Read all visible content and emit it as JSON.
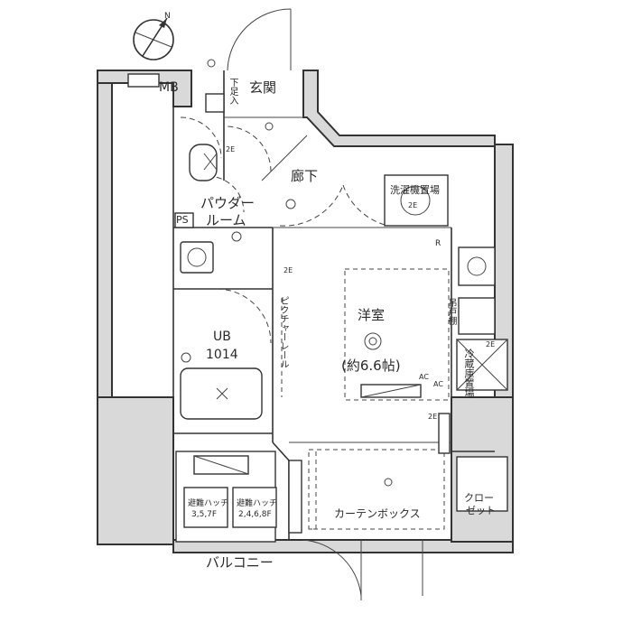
{
  "plan": {
    "rooms": {
      "entrance": "玄関",
      "hallway": "廊下",
      "powder_room_line1": "パウダー",
      "powder_room_line2": "ルーム",
      "unit_bath_line1": "UB",
      "unit_bath_line2": "1014",
      "western_room": "洋室",
      "western_room_size": "(約6.6帖)",
      "washer_space": "洗濯機置場",
      "fridge_space": "冷蔵庫置場",
      "closet_line1": "クロー",
      "closet_line2": "ゼット",
      "balcony": "バルコニー"
    },
    "labels": {
      "mb": "MB",
      "ps": "PS",
      "shoe_box": "下足入",
      "picture_rail": "ピクチャーレール",
      "curtain_box": "カーテンボックス",
      "hatch_left": "避難ハッチ",
      "hatch_left_floors": "3,5,7F",
      "hatch_right": "避難ハッチ",
      "hatch_right_floors": "2,4,6,8F",
      "ac_top": "AC",
      "ac_right": "AC",
      "r_mark": "R",
      "two_e_washer": "2E",
      "two_e_fridge": "2E",
      "two_e_kitchen": "2E",
      "two_e_toilet": "2E",
      "two_e_room": "2E",
      "kitchen_shelf": "吊戸棚"
    },
    "compass": {
      "direction_letter": "N"
    },
    "colors": {
      "wall_fill": "#d9d9d9",
      "line": "#333333"
    }
  }
}
